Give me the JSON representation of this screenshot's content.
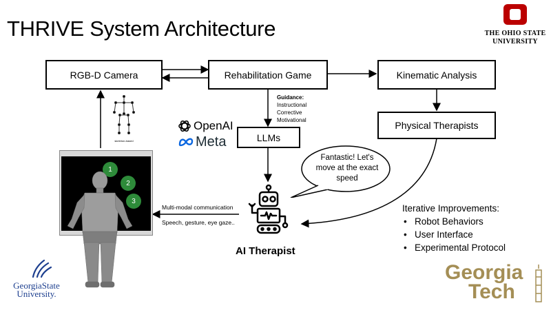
{
  "title": "THRIVE System Architecture",
  "nodes": {
    "camera": "RGB-D Camera",
    "game": "Rehabilitation Game",
    "kinematic": "Kinematic Analysis",
    "therapists": "Physical Therapists",
    "llms": "LLMs"
  },
  "guidance": {
    "heading": "Guidance:",
    "items": [
      "Instructional",
      "Corrective",
      "Motivational"
    ]
  },
  "skeleton_caption": "skeleton-based",
  "llm_providers": {
    "openai": "OpenAI",
    "meta": "Meta"
  },
  "speech_bubble": "Fantastic! Let's move at the exact speed",
  "communication": {
    "label": "Multi-modal communication",
    "channels": "Speech, gesture, eye gaze.."
  },
  "robot_label": "AI Therapist",
  "game_targets": [
    "1",
    "2",
    "3"
  ],
  "improvements": {
    "heading": "Iterative Improvements:",
    "items": [
      "Robot Behaviors",
      "User Interface",
      "Experimental Protocol"
    ]
  },
  "logos": {
    "osu_line1": "THE OHIO STATE",
    "osu_line2": "UNIVERSITY",
    "gsu_line1": "GeorgiaState",
    "gsu_line2": "University.",
    "gt_line1": "Georgia",
    "gt_line2": "Tech"
  },
  "colors": {
    "osu_red": "#bb0000",
    "gsu_blue": "#1d3f8f",
    "gt_gold": "#a48e55",
    "target_green": "#2e8b3a",
    "screen_black": "#000000"
  }
}
